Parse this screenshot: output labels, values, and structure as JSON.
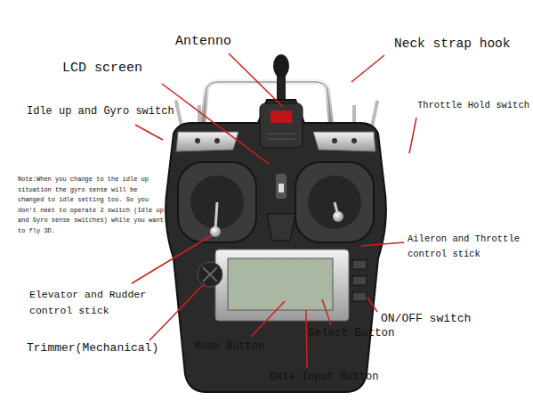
{
  "diagram": {
    "labels": [
      "Antenno",
      "Neck strap hook",
      "LCD screen",
      "Idle up and Gyro switch",
      "Throttle Hold switch",
      "Note:When you change to the idle up situation the gyro sense will be changed to idle setting too. So you don't neet to operate 2 switch (Idle up and Gyro sense switches) while you want to fly 3D.",
      "Aileron and Throttle control stick",
      "Elevator and Rudder control stick",
      "ON/OFF switch",
      "Trimmer(Mechanical)",
      "Mode Button",
      "Select Button",
      "Data Input Button"
    ]
  }
}
